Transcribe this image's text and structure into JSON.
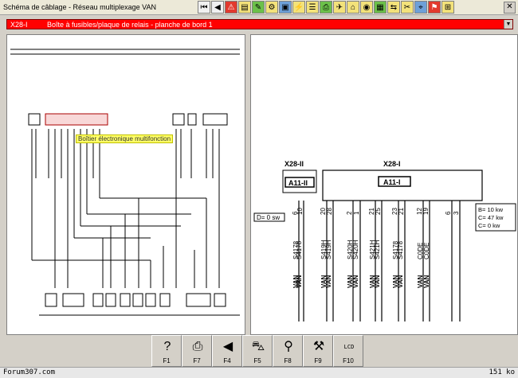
{
  "window": {
    "title": "Schéma de câblage - Réseau multiplexage VAN",
    "close_glyph": "✕"
  },
  "toolbar_top": [
    {
      "glyph": "⏮",
      "style": "plain",
      "name": "first-page-icon"
    },
    {
      "glyph": "◀",
      "style": "plain",
      "name": "previous-icon"
    },
    {
      "glyph": "⚠",
      "style": "red",
      "name": "warning-icon"
    },
    {
      "glyph": "▤",
      "style": "yellow",
      "name": "component-list-icon"
    },
    {
      "glyph": "✎",
      "style": "green",
      "name": "edit-icon"
    },
    {
      "glyph": "⚙",
      "style": "yellow",
      "name": "settings-icon"
    },
    {
      "glyph": "▣",
      "style": "blue",
      "name": "view-icon"
    },
    {
      "glyph": "⚡",
      "style": "yellow",
      "name": "power-icon"
    },
    {
      "glyph": "☰",
      "style": "yellow",
      "name": "menu-icon"
    },
    {
      "glyph": "⎙",
      "style": "green",
      "name": "print-preview-icon"
    },
    {
      "glyph": "✈",
      "style": "yellow",
      "name": "navigate-icon"
    },
    {
      "glyph": "⌂",
      "style": "yellow",
      "name": "home-icon"
    },
    {
      "glyph": "◉",
      "style": "yellow",
      "name": "locate-icon"
    },
    {
      "glyph": "▦",
      "style": "green",
      "name": "grid-icon"
    },
    {
      "glyph": "⇆",
      "style": "yellow",
      "name": "swap-icon"
    },
    {
      "glyph": "✂",
      "style": "yellow",
      "name": "cut-icon"
    },
    {
      "glyph": "⌖",
      "style": "blue",
      "name": "target-icon"
    },
    {
      "glyph": "⚑",
      "style": "red",
      "name": "flag-icon"
    },
    {
      "glyph": "⊞",
      "style": "yellow",
      "name": "zoom-icon"
    }
  ],
  "component_bar": {
    "code": "X28-I",
    "description": "Boîte à fusibles/plaque de relais - planche de bord 1",
    "dropdown_glyph": "▼"
  },
  "left_schematic": {
    "tooltip": "Boîtier électronique multifonction"
  },
  "right_schematic": {
    "left_connector": {
      "title": "X28-II",
      "box": "A11-II"
    },
    "right_connector": {
      "title": "X28-I",
      "box": "A11-I"
    },
    "voltage_note": "D= 0 sw",
    "legend": [
      "B= 10 kw",
      "C= 47 kw",
      "C= 0 kw"
    ],
    "pin_numbers": [
      "6",
      "10",
      "20",
      "28",
      "2",
      "1",
      "21",
      "25",
      "23",
      "21",
      "12",
      "19",
      "6",
      "3"
    ],
    "wire_labels": [
      "S4178",
      "S4178",
      "S419H",
      "S419H",
      "S420H",
      "S420H",
      "S421H",
      "S421H",
      "S4178",
      "S4178",
      "C0DE",
      "C0DE"
    ],
    "wire_type": [
      "VAN",
      "VAN",
      "VAN",
      "VAN",
      "VAN",
      "VAN",
      "VAN",
      "VAN",
      "VAN",
      "VAN",
      "VAN",
      "VAN"
    ]
  },
  "bottom_toolbar": [
    {
      "glyph": "?",
      "label": "F1",
      "name": "help-icon"
    },
    {
      "glyph": "⎙",
      "label": "F7",
      "name": "print-icon"
    },
    {
      "glyph": "◀",
      "label": "F4",
      "name": "back-icon"
    },
    {
      "glyph": "⛍",
      "label": "F5",
      "name": "vehicle-icon"
    },
    {
      "glyph": "⚲",
      "label": "F8",
      "name": "search-icon"
    },
    {
      "glyph": "⚒",
      "label": "F9",
      "name": "tools-icon"
    },
    {
      "glyph": "LCD",
      "label": "F10",
      "name": "lcd-icon"
    }
  ],
  "taskbar": {
    "brand": "Forum307.com",
    "size": "151 ko"
  }
}
